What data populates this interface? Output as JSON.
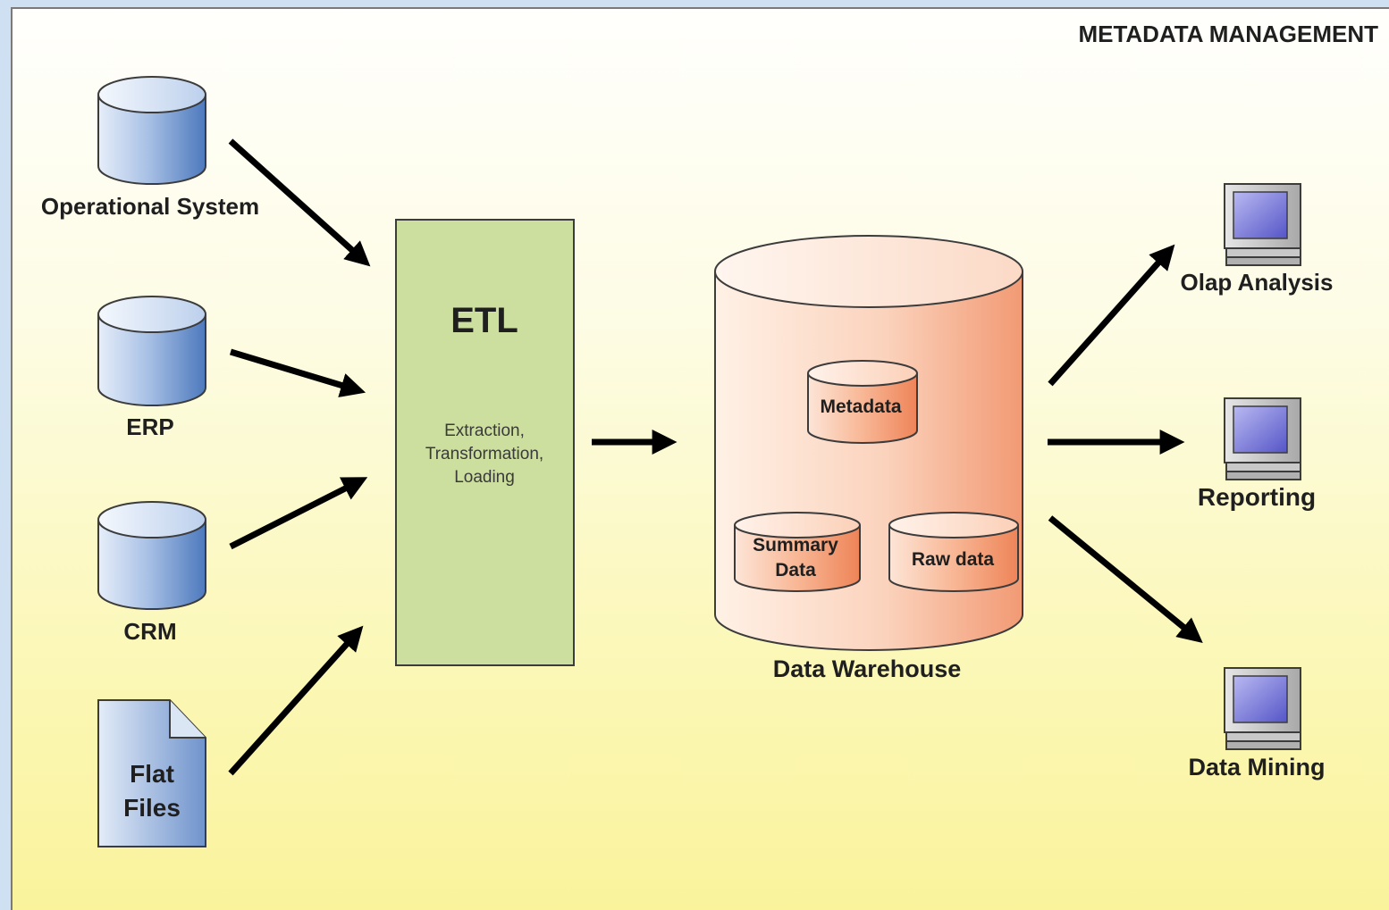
{
  "header": {
    "title": "METADATA MANAGEMENT"
  },
  "sources": [
    {
      "label": "Operational System"
    },
    {
      "label": "ERP"
    },
    {
      "label": "CRM"
    },
    {
      "label_lines": [
        "Flat",
        "Files"
      ]
    }
  ],
  "etl": {
    "title": "ETL",
    "subtitle_lines": [
      "Extraction,",
      "Transformation,",
      "Loading"
    ]
  },
  "warehouse": {
    "label": "Data Warehouse",
    "metadata": "Metadata",
    "summary_lines": [
      "Summary",
      "Data"
    ],
    "raw": "Raw data"
  },
  "outputs": [
    {
      "label": "Olap Analysis"
    },
    {
      "label": "Reporting"
    },
    {
      "label": "Data Mining"
    }
  ],
  "colors": {
    "source_db": "#5b86c6",
    "etl_box": "#cde0a0",
    "warehouse": "#f3a67f",
    "arrow": "#000000"
  }
}
